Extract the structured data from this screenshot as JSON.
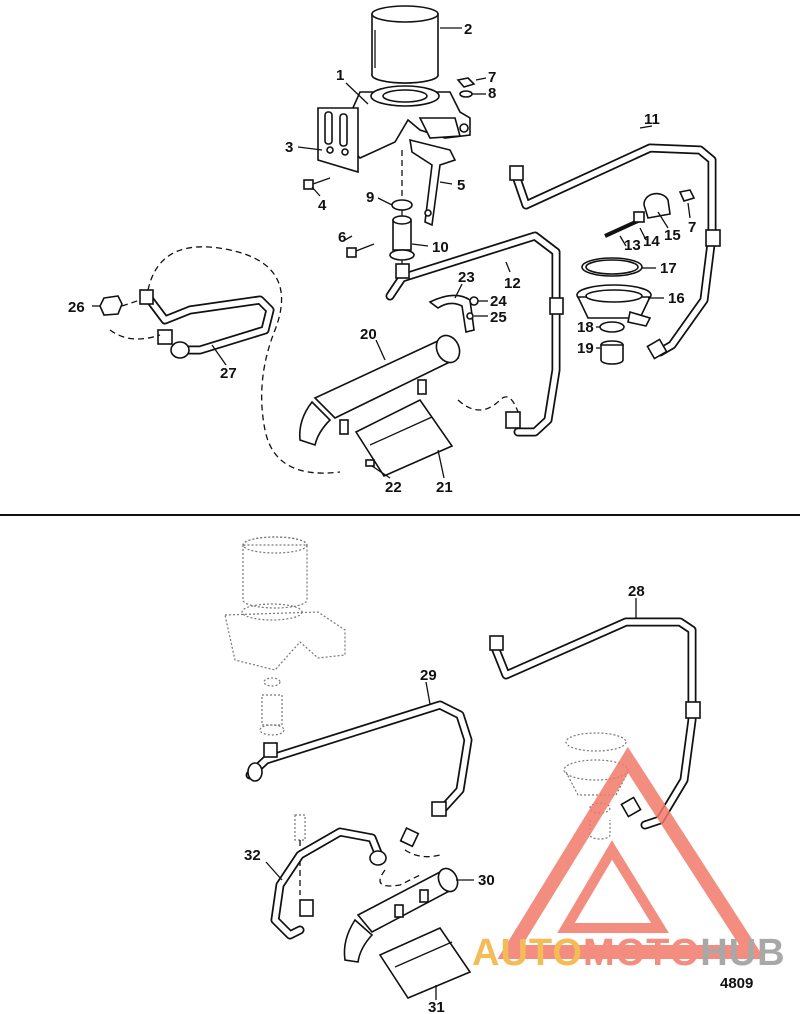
{
  "figure_number": "4809",
  "watermark": {
    "part1": "AUTO",
    "part2": "MOTO",
    "part3": "HUB",
    "color_gold": "#f2b13a",
    "color_red": "#f07a6a",
    "color_gray": "#9a9a9a"
  },
  "callouts": [
    "1",
    "2",
    "3",
    "4",
    "5",
    "6",
    "7",
    "8",
    "9",
    "10",
    "11",
    "12",
    "13",
    "14",
    "15",
    "16",
    "17",
    "18",
    "19",
    "20",
    "21",
    "22",
    "23",
    "24",
    "25",
    "26",
    "27",
    "28",
    "29",
    "30",
    "31",
    "32"
  ],
  "callout_extra": {
    "c7b": "7"
  }
}
